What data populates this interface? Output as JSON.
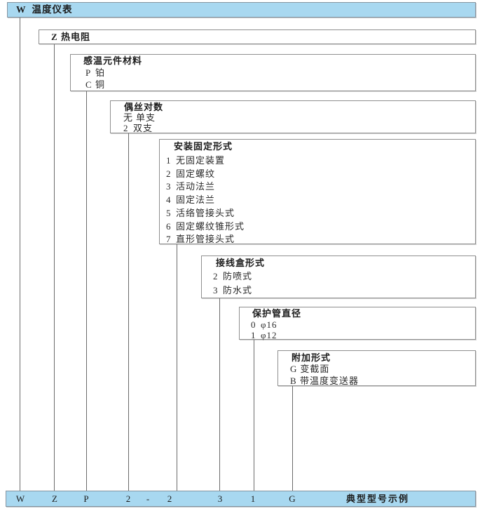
{
  "colors": {
    "bar_fill": "#a8d8f0",
    "box_border": "#8f8f8f",
    "connector_line": "#6b6b6b",
    "text": "#1c1c1c"
  },
  "top_bar": {
    "code": "W",
    "label": "温度仪表"
  },
  "level2": {
    "code": "Z",
    "label": "热电阻"
  },
  "boxes": [
    {
      "title": "感温元件材料",
      "items": [
        {
          "code": "P",
          "label": "铂"
        },
        {
          "code": "C",
          "label": "铜"
        }
      ]
    },
    {
      "title": "偶丝对数",
      "items": [
        {
          "code": "无",
          "label": "单支"
        },
        {
          "code": "2",
          "label": "双支"
        }
      ]
    },
    {
      "title": "安装固定形式",
      "items": [
        {
          "code": "1",
          "label": "无固定装置"
        },
        {
          "code": "2",
          "label": "固定螺纹"
        },
        {
          "code": "3",
          "label": "活动法兰"
        },
        {
          "code": "4",
          "label": "固定法兰"
        },
        {
          "code": "5",
          "label": "活络管接头式"
        },
        {
          "code": "6",
          "label": "固定螺纹锥形式"
        },
        {
          "code": "7",
          "label": "直形管接头式"
        }
      ]
    },
    {
      "title": "接线盒形式",
      "items": [
        {
          "code": "2",
          "label": "防喷式"
        },
        {
          "code": "3",
          "label": "防水式"
        }
      ]
    },
    {
      "title": "保护管直径",
      "items": [
        {
          "code": "0",
          "label": "φ16"
        },
        {
          "code": "1",
          "label": "φ12"
        }
      ]
    },
    {
      "title": "附加形式",
      "items": [
        {
          "code": "G",
          "label": "变截面"
        },
        {
          "code": "B",
          "label": "带温度变送器"
        }
      ]
    }
  ],
  "example_bar": {
    "codes": [
      "W",
      "Z",
      "P",
      "2",
      "-",
      "2",
      "3",
      "1",
      "G"
    ],
    "caption": "典型型号示例"
  }
}
